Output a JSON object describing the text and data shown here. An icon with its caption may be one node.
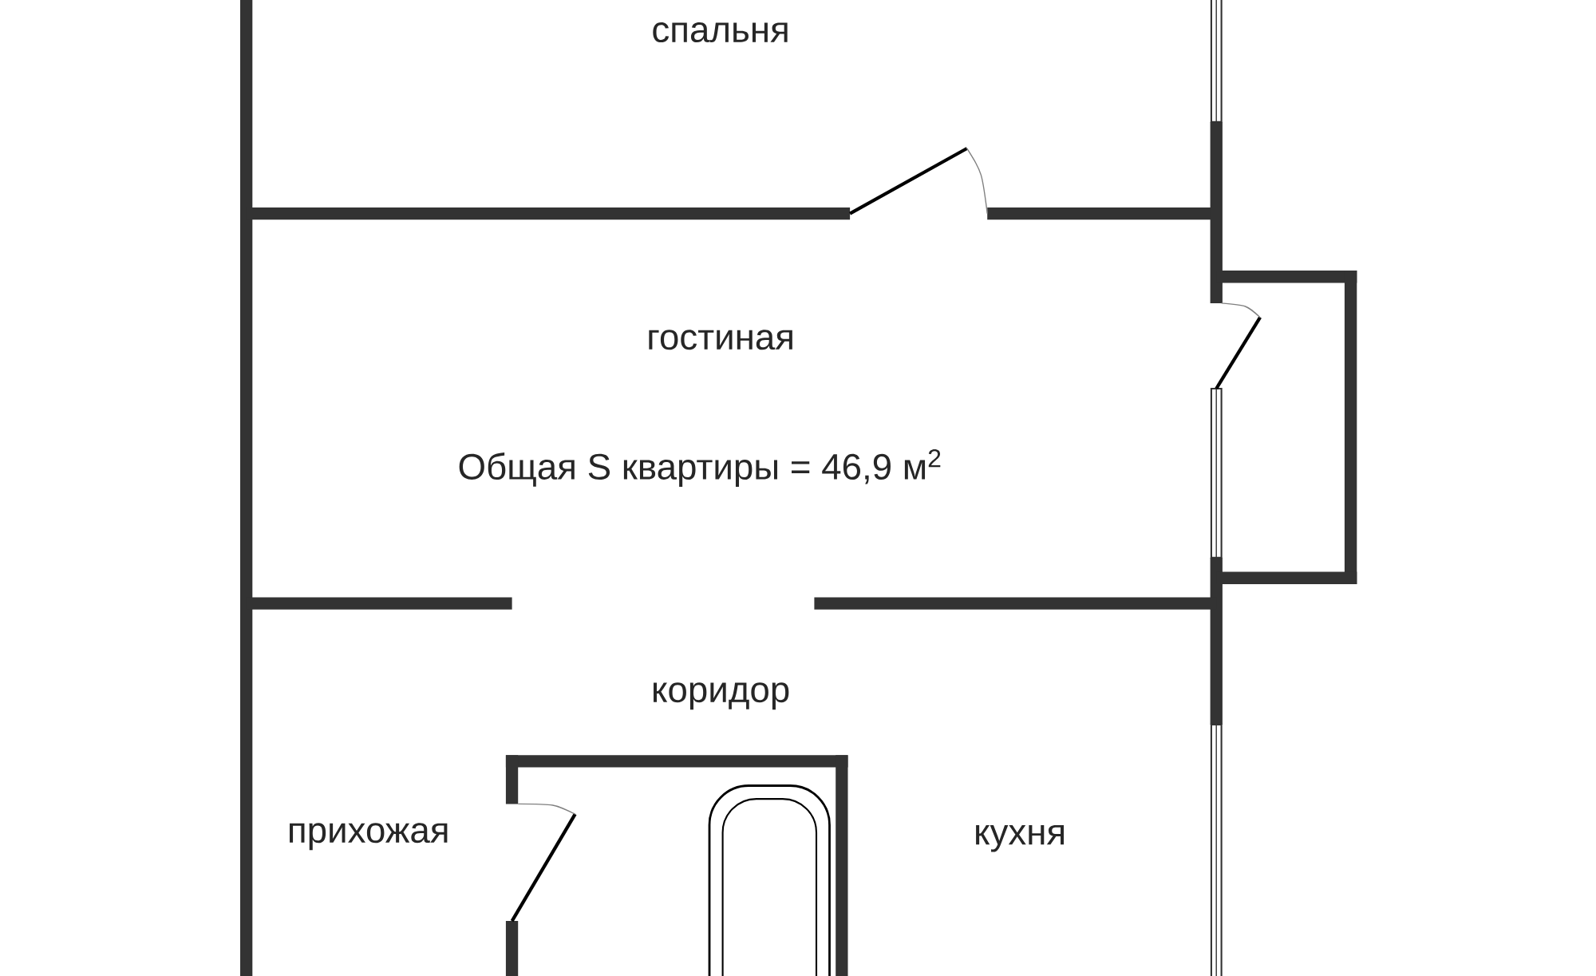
{
  "diagram": {
    "labels": [
      "спальня",
      "гостиная",
      "Общая S квартиры = 46,9  м$^{2}$",
      "коридор",
      "прихожая",
      "кухня"
    ]
  }
}
